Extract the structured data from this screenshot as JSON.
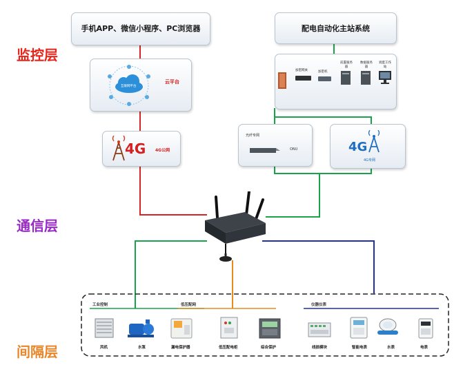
{
  "layers": {
    "monitor": "监控层",
    "comm": "通信层",
    "bay": "间隔层"
  },
  "colors": {
    "monitor": "#e8231a",
    "comm": "#9a28c8",
    "bay": "#e8862a",
    "red_line": "#d62424",
    "green_line": "#18a34a",
    "orange_line": "#e88a1c",
    "blue_line": "#1f2fa8"
  },
  "top_left_box": {
    "title": "手机APP、微信小程序、PC浏览器"
  },
  "top_right_box": {
    "title": "配电自动化主站系统"
  },
  "cloud_box": {
    "label": "云平台",
    "cloud_text": "互联网平台"
  },
  "lte_public": {
    "logo": "4G",
    "label": "4G公网"
  },
  "master_devices": [
    {
      "label": "加密网关"
    },
    {
      "label": "加密机"
    },
    {
      "label": "前置服务器"
    },
    {
      "label": "数据服务器"
    },
    {
      "label": "调度工作站"
    }
  ],
  "fiber_box": {
    "title": "光纤专网",
    "device": "ONU"
  },
  "lte_private": {
    "logo": "4G",
    "label": "4G专网"
  },
  "groups": [
    {
      "title": "工业控制"
    },
    {
      "title": "低压配网"
    },
    {
      "title": "仪器仪表"
    }
  ],
  "bay_devices": [
    {
      "label": "风机",
      "icon": "fan-icon"
    },
    {
      "label": "水泵",
      "icon": "pump-icon"
    },
    {
      "label": "漏电保护器",
      "icon": "breaker-icon"
    },
    {
      "label": "低压配电柜",
      "icon": "cabinet-icon"
    },
    {
      "label": "综合保护",
      "icon": "relay-icon"
    },
    {
      "label": "线损模块",
      "icon": "module-icon"
    },
    {
      "label": "智能电表",
      "icon": "meter-icon"
    },
    {
      "label": "水表",
      "icon": "water-meter-icon"
    },
    {
      "label": "电表",
      "icon": "electric-meter-icon"
    }
  ]
}
